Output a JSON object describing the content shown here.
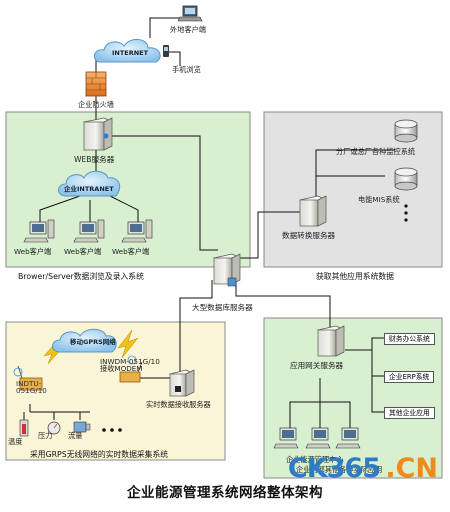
{
  "diagram": {
    "title": "企业能源管理系统网络整体架构",
    "nodes": {
      "remote_client": "外地客户端",
      "mobile_browse": "手机浏览",
      "internet": "INTERNET",
      "firewall": "企业防火墙",
      "web_server": "WEB服务器",
      "intranet": "企业INTRANET",
      "web_client_1": "Web客户端",
      "web_client_2": "Web客户端",
      "web_client_3": "Web客户端",
      "bs_caption": "Brower/Server数据浏览及录入系统",
      "factory_monitor": "分厂或总厂各种监控系统",
      "power_mis": "电能MIS系统",
      "data_convert_server": "数据转换服务器",
      "other_systems_caption": "获取其他应用系统数据",
      "db_server": "大型数据库服务器",
      "gprs_network": "移动GPRS网络",
      "recv_modem": "INWDM-051G/10 接收MODEM",
      "indtu": "INDTU-051G/10",
      "realtime_recv_server": "实时数据接收服务器",
      "temperature": "温度",
      "pressure": "压力",
      "flow": "流量",
      "gprs_caption": "采用GRPS无线网络的实时数据采集系统",
      "app_gateway_server": "应用网关服务器",
      "finance_system": "财务办公系统",
      "erp_system": "企业ERP系统",
      "other_apps": "其他企业应用",
      "enterprise_caption": "企业内部其他各种实际应用",
      "enterprise_caption_2": "企业能源管理中心"
    },
    "watermark": {
      "left": "CK365",
      "right": ".CN"
    },
    "colors": {
      "green_panel": "#d8f0cf",
      "gray_panel": "#e2e2e2",
      "yellow_panel": "#fbf5d8",
      "line": "#111111",
      "cloud": "#a9d2ef",
      "watermark_blue": "#2e7bc6",
      "watermark_orange": "#f08a1a"
    }
  }
}
